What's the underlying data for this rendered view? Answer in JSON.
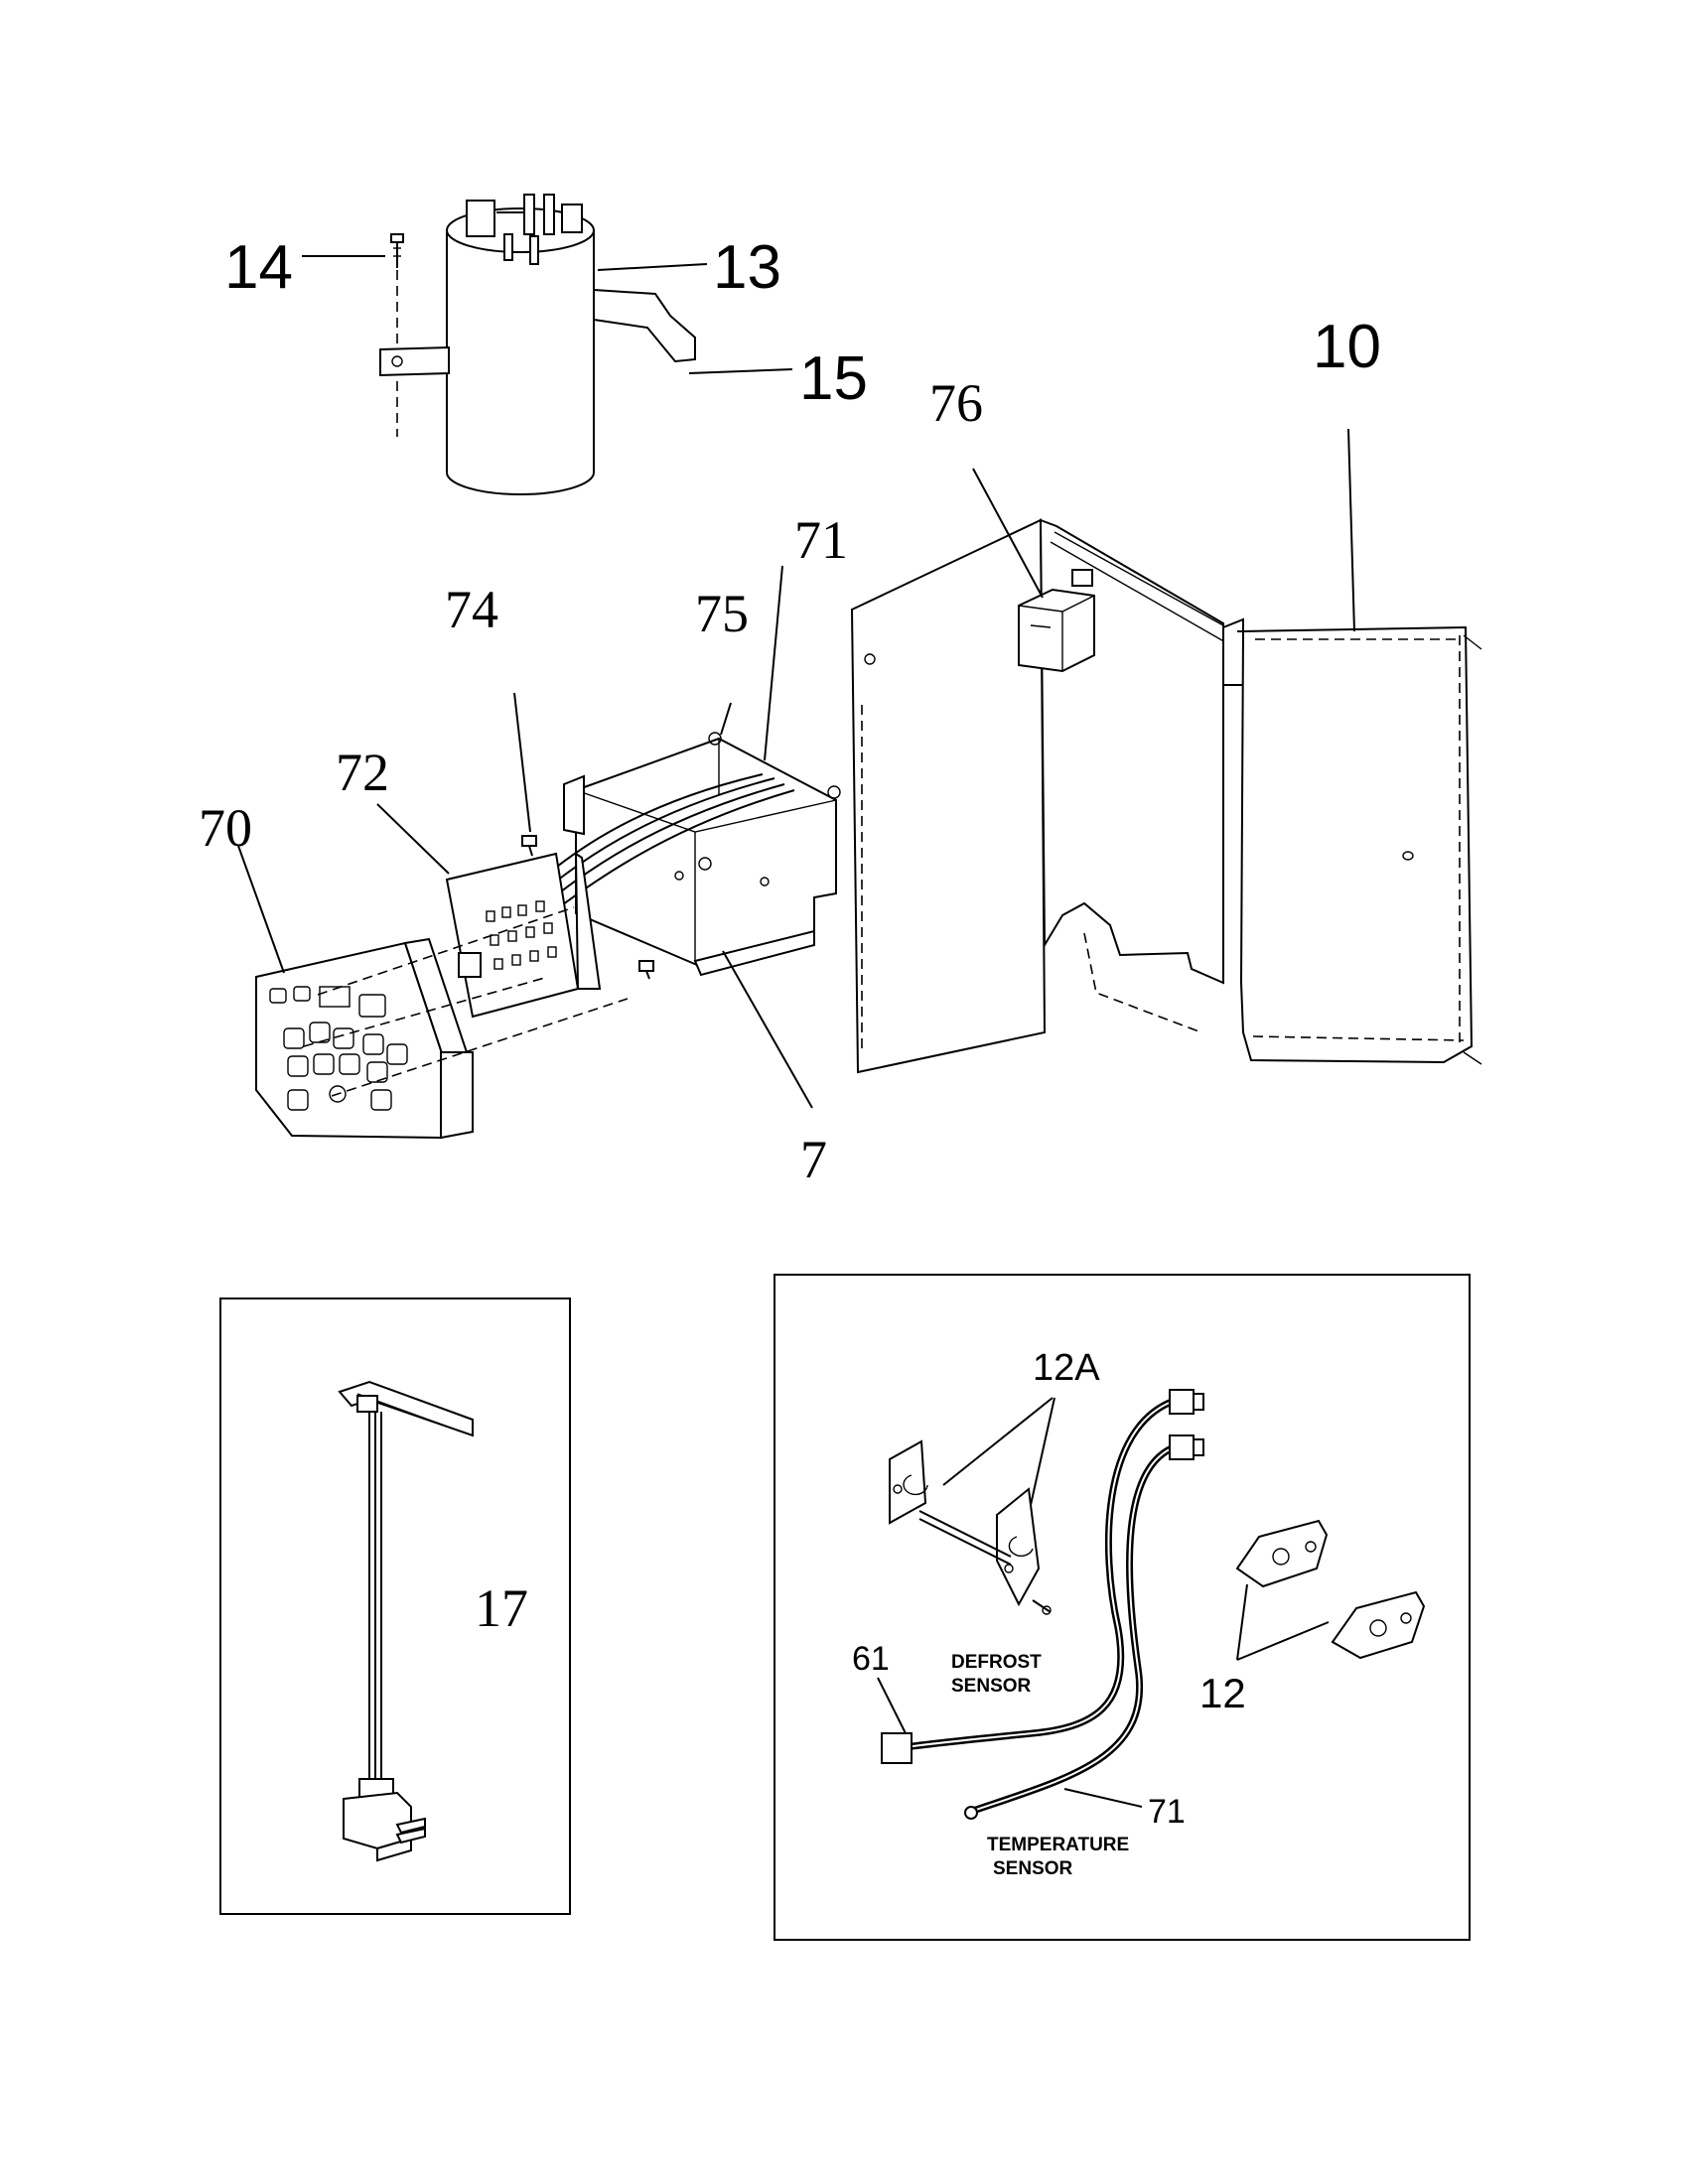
{
  "callouts": {
    "p14": "14",
    "p13": "13",
    "p15": "15",
    "p10": "10",
    "p76": "76",
    "p71_top": "71",
    "p75": "75",
    "p74": "74",
    "p72": "72",
    "p70": "70",
    "p7": "7",
    "p17": "17",
    "p12a": "12A",
    "p61": "61",
    "p12": "12",
    "p71_bottom": "71"
  },
  "sensor_labels": {
    "defrost_line1": "DEFROST",
    "defrost_line2": "SENSOR",
    "temperature_line1": "TEMPERATURE",
    "temperature_line2": "SENSOR"
  },
  "icons": {
    "capacitor": "capacitor-icon",
    "screw": "screw-icon",
    "control-panel": "control-panel-icon",
    "circuit-board": "circuit-board-icon",
    "control-box": "control-box-icon",
    "transformer": "transformer-icon",
    "cabinet": "cabinet-icon",
    "power-cord": "power-cord-icon",
    "sensor-bracket": "sensor-bracket-icon",
    "sensor-clip": "sensor-clip-icon",
    "sensor-harness": "sensor-harness-icon"
  }
}
